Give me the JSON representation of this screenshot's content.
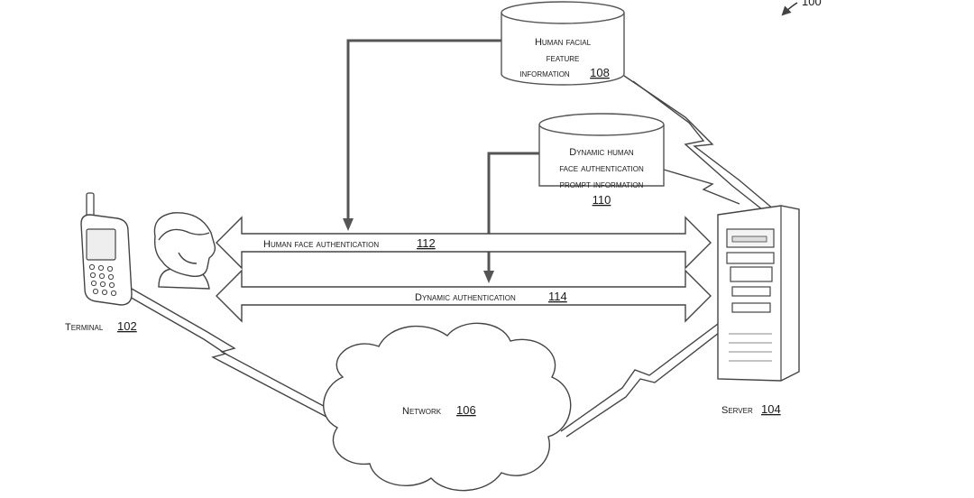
{
  "figure": {
    "ref_number": "100"
  },
  "databases": {
    "facial_feature": {
      "lines": [
        "Human facial",
        "feature",
        "information"
      ],
      "ref": "108"
    },
    "dynamic_prompt": {
      "lines": [
        "Dynamic human",
        "face authentication",
        "prompt information"
      ],
      "ref": "110"
    }
  },
  "arrows": {
    "face_auth": {
      "label": "Human face authentication",
      "ref": "112"
    },
    "dynamic_auth": {
      "label": "Dynamic authentication",
      "ref": "114"
    }
  },
  "terminal": {
    "label": "Terminal",
    "ref": "102"
  },
  "server": {
    "label": "Server",
    "ref": "104"
  },
  "network": {
    "label": "Network",
    "ref": "106"
  },
  "colors": {
    "line": "#333333",
    "outline": "#555555",
    "fill": "#ffffff"
  }
}
